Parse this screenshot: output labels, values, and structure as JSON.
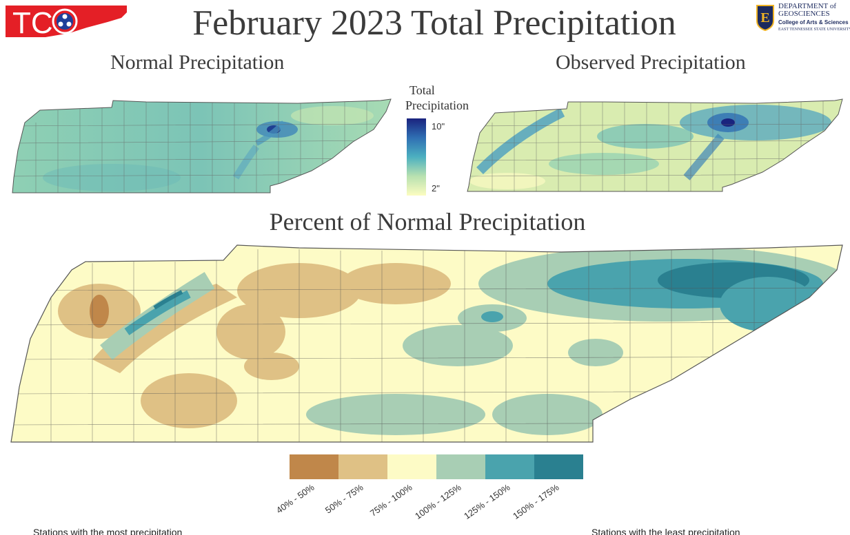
{
  "header": {
    "logo_text": "TC",
    "title": "February 2023 Total Precipitation",
    "etsu": {
      "line1": "DEPARTMENT of",
      "line2": "GEOSCIENCES",
      "line3": "College of Arts & Sciences",
      "line4": "EAST TENNESSEE STATE UNIVERSITY"
    }
  },
  "maps": {
    "normal_title": "Normal Precipitation",
    "observed_title": "Observed Precipitation",
    "percent_title": "Percent of Normal Precipitation"
  },
  "legend_total": {
    "title_line1": "Total",
    "title_line2": "Precipitation",
    "max_label": "10\"",
    "min_label": "2\"",
    "colors": [
      "#1a237e",
      "#2f6fb3",
      "#4cb0c0",
      "#b8e1b0",
      "#fcfcc0"
    ]
  },
  "legend_percent": {
    "items": [
      {
        "label": "40% - 50%",
        "color": "#c0874a"
      },
      {
        "label": "50% - 75%",
        "color": "#dfc185"
      },
      {
        "label": "75% - 100%",
        "color": "#fdfbc6"
      },
      {
        "label": "100% - 125%",
        "color": "#a8ceb4"
      },
      {
        "label": "125% - 150%",
        "color": "#4aa3ad"
      },
      {
        "label": "150% - 175%",
        "color": "#2a8090"
      }
    ]
  },
  "footer": {
    "left": "Stations with the most precipitation",
    "right": "Stations with the least precipitation"
  }
}
